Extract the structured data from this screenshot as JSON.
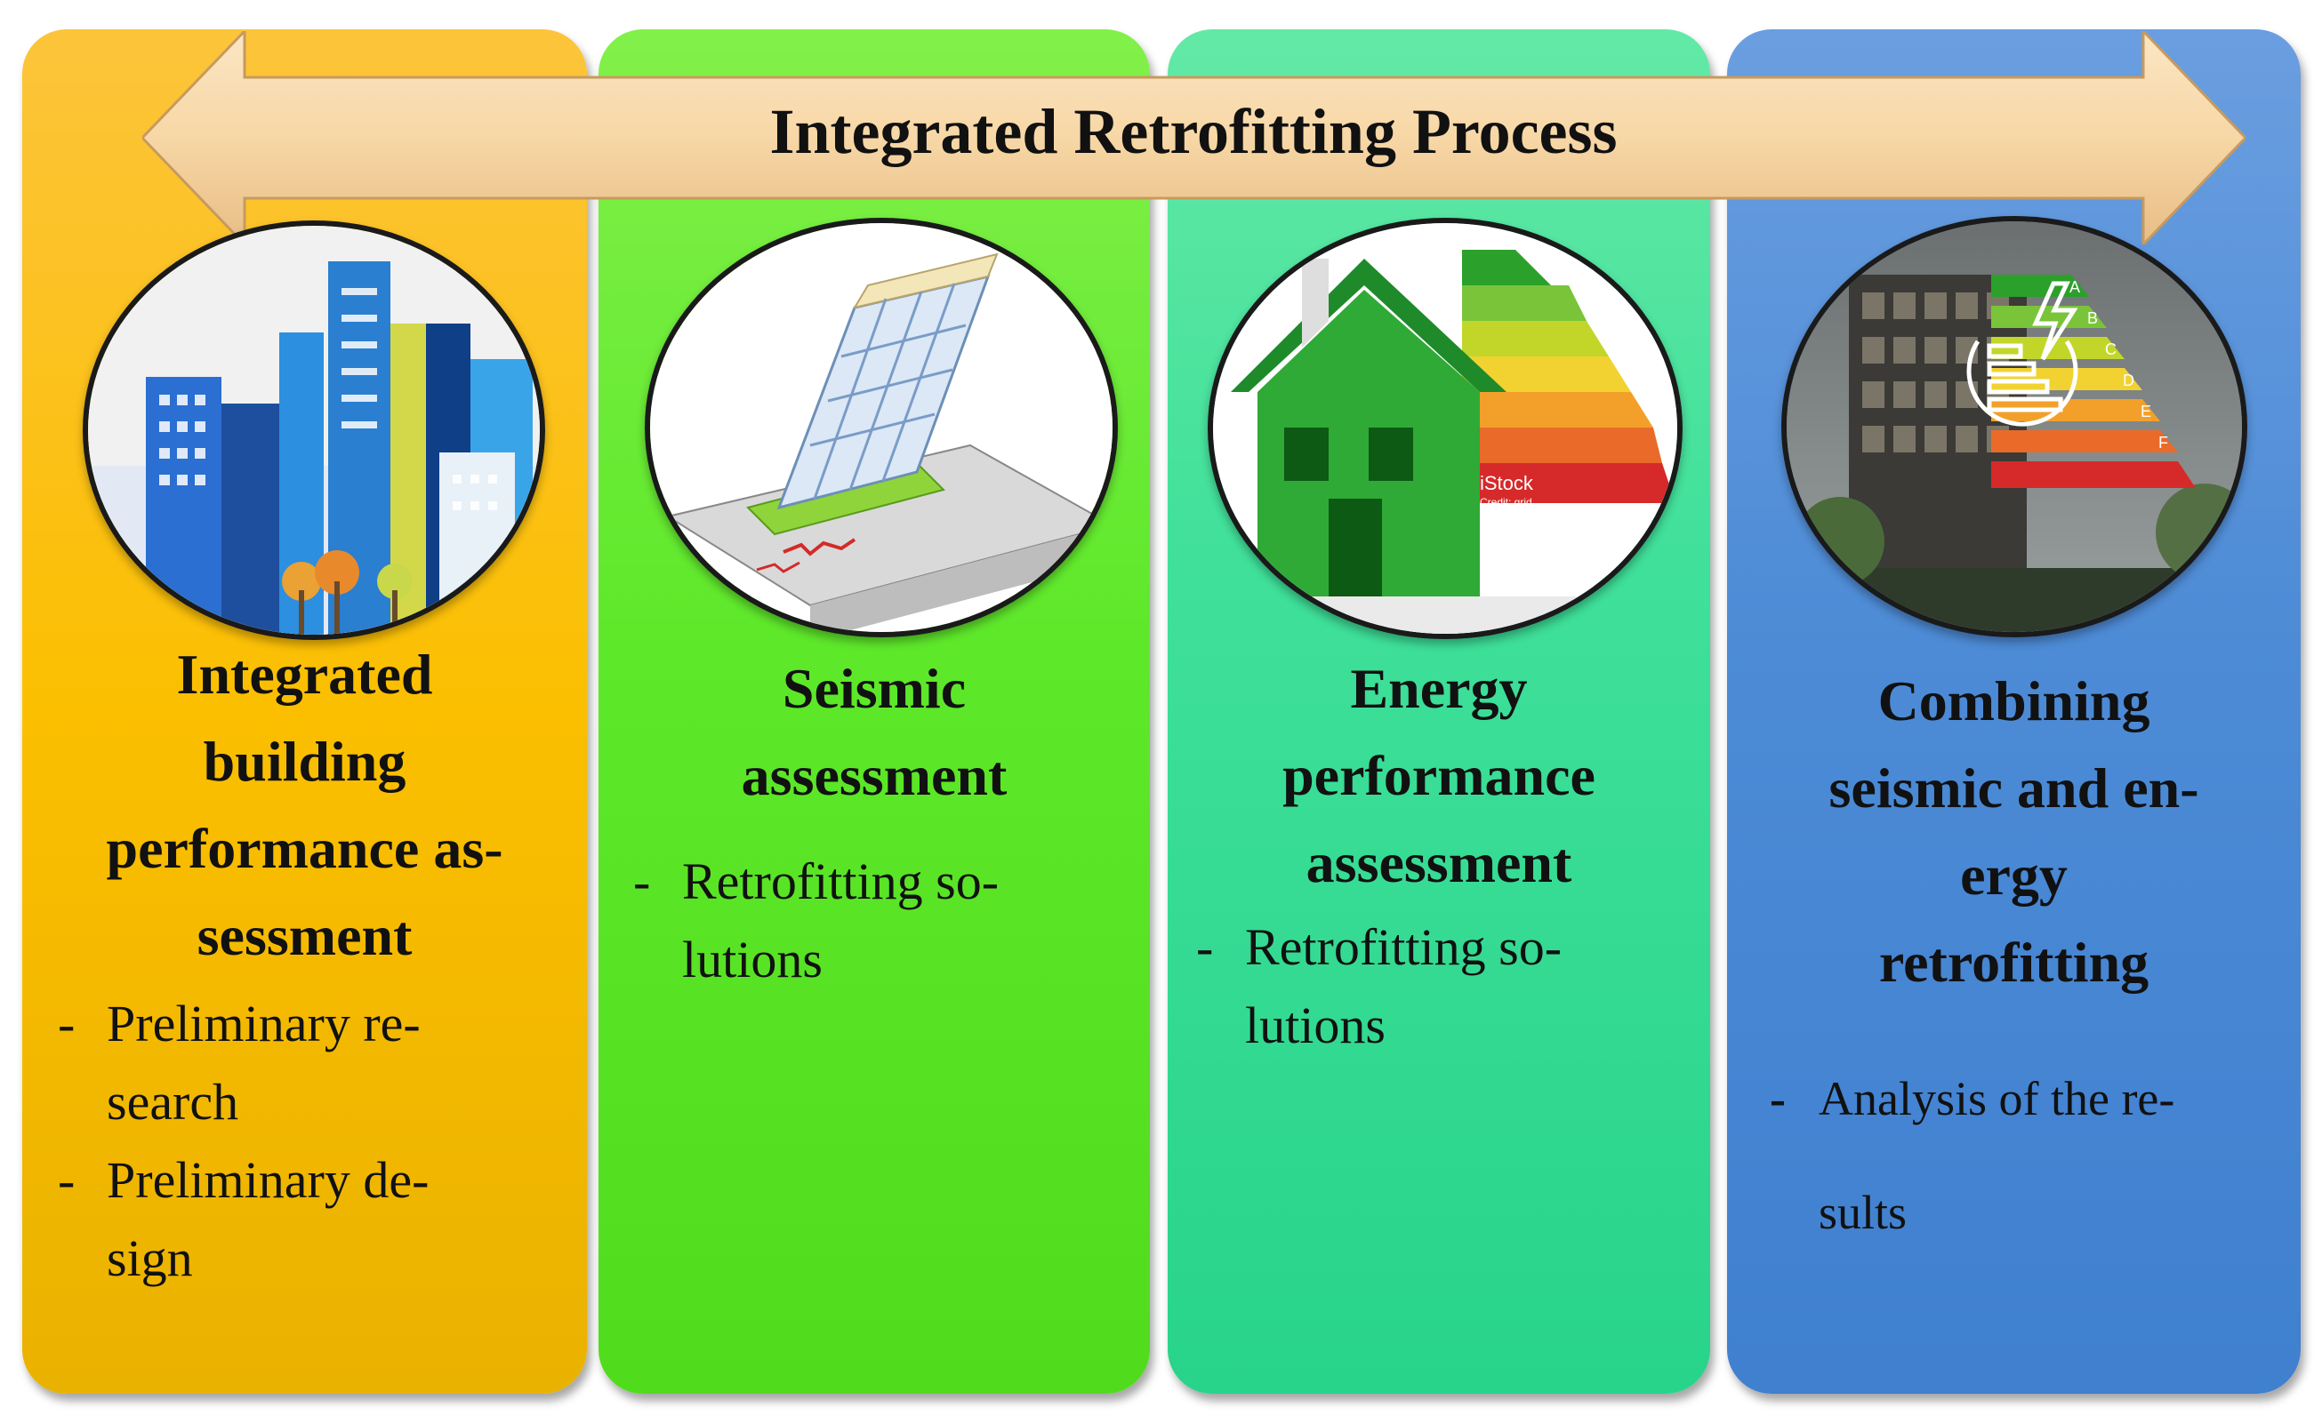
{
  "title": "Integrated Retrofitting Process",
  "columns": [
    {
      "heading": [
        "Integrated",
        "building",
        "performance as-",
        "sessment"
      ],
      "bullets": [
        [
          "Preliminary re-",
          "search"
        ],
        [
          "Preliminary de-",
          "sign"
        ]
      ],
      "color": "#fbbf00",
      "icon": "city-skyline-icon"
    },
    {
      "heading": [
        "Seismic",
        "assessment"
      ],
      "bullets": [
        [
          "Retrofitting so-",
          "lutions"
        ]
      ],
      "color": "#5ee82a",
      "icon": "tilting-building-icon"
    },
    {
      "heading": [
        "Energy",
        "performance",
        "assessment"
      ],
      "bullets": [
        [
          "Retrofitting so-",
          "lutions"
        ]
      ],
      "color": "#3fe09a",
      "icon": "house-energy-rating-icon",
      "icon_text": [
        "iStock",
        "Credit: grid"
      ]
    },
    {
      "heading": [
        "Combining",
        "seismic and en-",
        "ergy",
        "retrofitting"
      ],
      "bullets": [
        [
          "Analysis of the re-",
          "sults"
        ]
      ],
      "color": "#4d8bd6",
      "icon": "building-energy-label-icon",
      "icon_text": [
        "A",
        "B",
        "C",
        "D",
        "E",
        "F"
      ]
    }
  ],
  "arrow_color": "#f9dcb0",
  "dash": "-"
}
